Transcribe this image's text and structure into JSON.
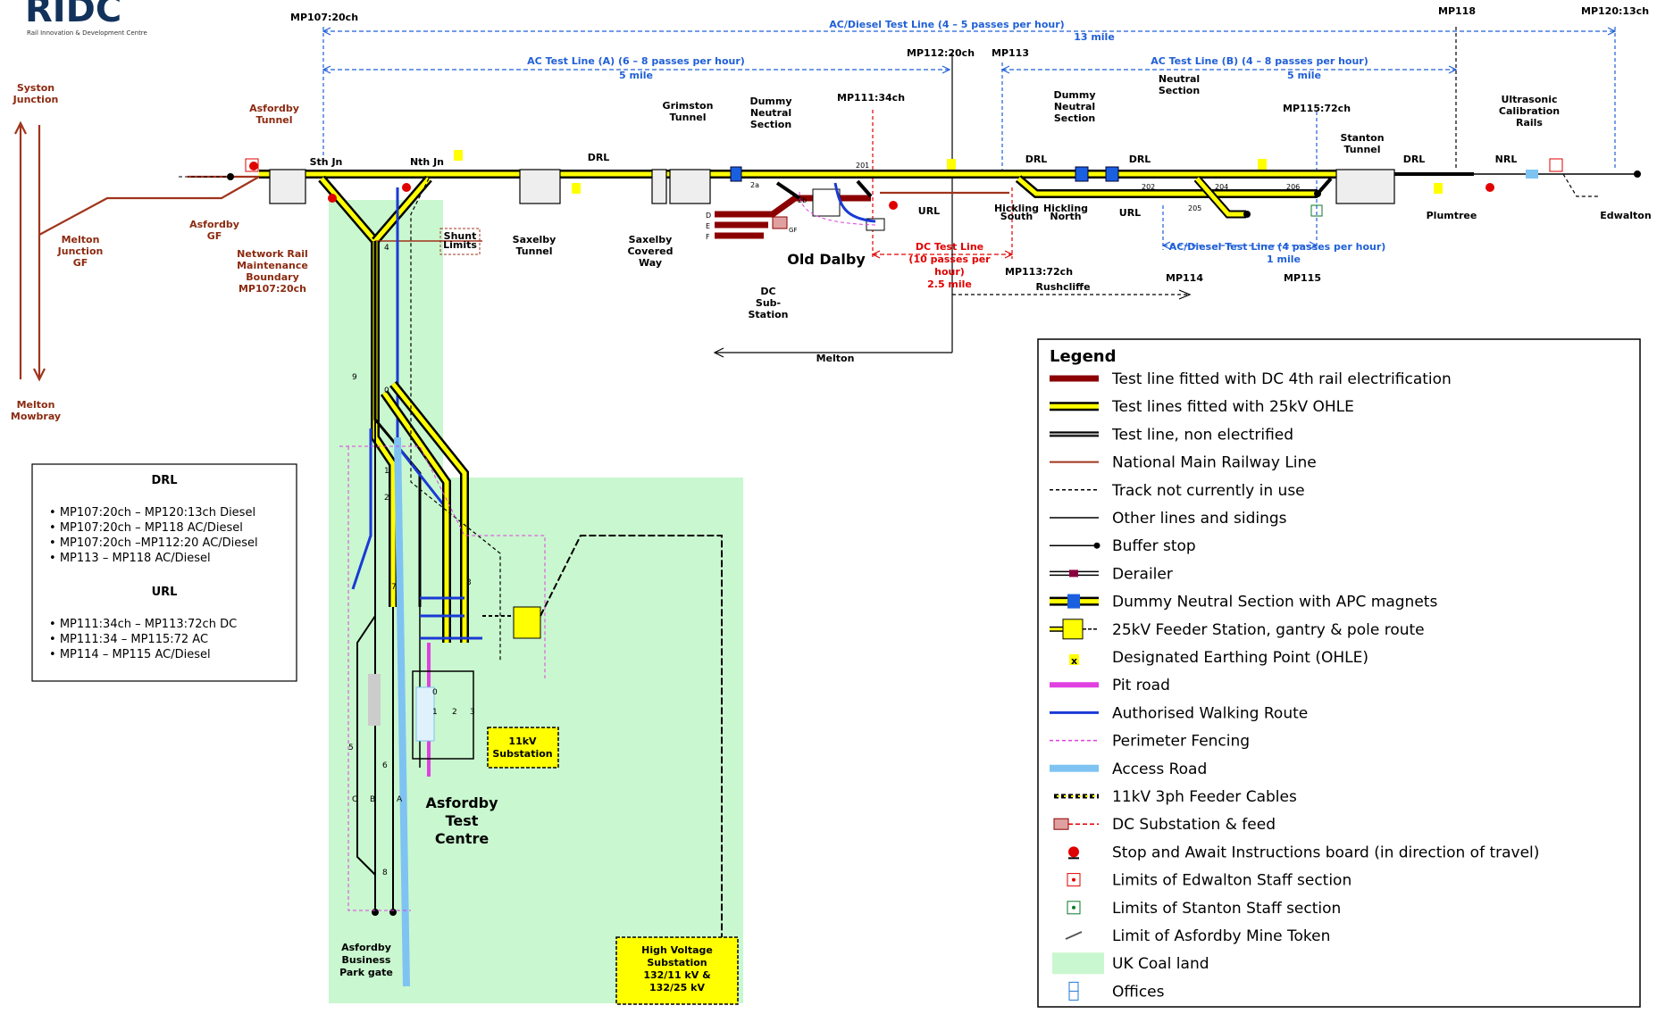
{
  "logo": {
    "text": "RIDC",
    "subtitle": "Rail Innovation & Development Centre"
  },
  "mileposts": {
    "mp107": "MP107:20ch",
    "mp118": "MP118",
    "mp120": "MP120:13ch",
    "mp112": "MP112:20ch",
    "mp113": "MP113",
    "mp111": "MP111:34ch",
    "mp115_72": "MP115:72ch",
    "mp113_72": "MP113:72ch",
    "mp114": "MP114",
    "mp115": "MP115"
  },
  "test_lines": {
    "ac_diesel_top": "AC/Diesel Test Line (4 – 5 passes per hour)",
    "ac_diesel_top_len": "13 mile",
    "ac_a": "AC Test Line (A) (6 – 8 passes per hour)",
    "ac_a_len": "5 mile",
    "ac_b": "AC Test Line (B) (4 – 8 passes per hour)",
    "ac_b_len": "5 mile",
    "dc_line_1": "DC Test Line",
    "dc_line_2": "(10 passes per",
    "dc_line_3": "hour)",
    "dc_line_len": "2.5 mile",
    "ac_diesel_bottom": "AC/Diesel Test Line (4 passes per hour)",
    "ac_diesel_bottom_len": "1 mile"
  },
  "places": {
    "syston_1": "Syston",
    "syston_2": "Junction",
    "melton_mowbray_1": "Melton",
    "melton_mowbray_2": "Mowbray",
    "asfordby_tunnel_1": "Asfordby",
    "asfordby_tunnel_2": "Tunnel",
    "melton_junction_1": "Melton",
    "melton_junction_2": "Junction",
    "melton_junction_3": "GF",
    "asfordby_gf_1": "Asfordby",
    "asfordby_gf_2": "GF",
    "nr_boundary_1": "Network Rail",
    "nr_boundary_2": "Maintenance",
    "nr_boundary_3": "Boundary",
    "nr_boundary_4": "MP107:20ch",
    "sth_jn": "Sth Jn",
    "nth_jn": "Nth Jn",
    "shunt_1": "Shunt",
    "shunt_2": "Limits",
    "drl": "DRL",
    "saxelby_tunnel_1": "Saxelby",
    "saxelby_tunnel_2": "Tunnel",
    "saxelby_cw_1": "Saxelby",
    "saxelby_cw_2": "Covered",
    "saxelby_cw_3": "Way",
    "grimston_1": "Grimston",
    "grimston_2": "Tunnel",
    "dummy_1": "Dummy",
    "dummy_2": "Neutral",
    "dummy_3": "Section",
    "dc_sub_1": "DC",
    "dc_sub_2": "Sub-",
    "dc_sub_3": "Station",
    "old_dalby": "Old Dalby",
    "url": "URL",
    "melton": "Melton",
    "rushcliffe": "Rushcliffe",
    "hickling_s_1": "Hickling",
    "hickling_s_2": "South",
    "hickling_n_1": "Hickling",
    "hickling_n_2": "North",
    "neutral_1": "Neutral",
    "neutral_2": "Section",
    "stanton_1": "Stanton",
    "stanton_2": "Tunnel",
    "nrl": "NRL",
    "ultrasonic_1": "Ultrasonic",
    "ultrasonic_2": "Calibration",
    "ultrasonic_3": "Rails",
    "plumtree": "Plumtree",
    "edwalton": "Edwalton",
    "asfordby_test_1": "Asfordby",
    "asfordby_test_2": "Test",
    "asfordby_test_3": "Centre",
    "sub11_1": "11kV",
    "sub11_2": "Substation",
    "hv_1": "High Voltage",
    "hv_2": "Substation",
    "hv_3": "132/11 kV &",
    "hv_4": "132/25 kV",
    "business_1": "Asfordby",
    "business_2": "Business",
    "business_3": "Park gate",
    "pt_201": "201",
    "pt_202": "202",
    "pt_204": "204",
    "pt_205": "205",
    "pt_206": "206",
    "pt_2a": "2a",
    "pt_2b": "2b",
    "pt_d": "D",
    "pt_e": "E",
    "pt_f": "F",
    "pt_gf": "GF",
    "pt_4": "4",
    "pt_9": "9",
    "pt_0": "0",
    "pt_1": "1",
    "pt_2": "2",
    "pt_3": "3",
    "pt_7": "7",
    "pt_5": "5",
    "pt_6": "6",
    "pt_c": "C",
    "pt_b": "B",
    "pt_a": "A",
    "pt_8": "8",
    "pt_y1": "1",
    "pt_y2": "2",
    "pt_y3": "3",
    "pt_yd": "0"
  },
  "info_box": {
    "drl_title": "DRL",
    "drl_items": [
      "MP107:20ch – MP120:13ch Diesel",
      "MP107:20ch – MP118 AC/Diesel",
      "MP107:20ch –MP112:20 AC/Diesel",
      "MP113 – MP118 AC/Diesel"
    ],
    "url_title": "URL",
    "url_items": [
      "MP111:34ch – MP113:72ch DC",
      "MP111:34 – MP115:72 AC",
      "MP114 – MP115 AC/Diesel"
    ]
  },
  "legend": {
    "title": "Legend",
    "items": [
      {
        "label": "Test line fitted with DC 4th rail electrification",
        "icon": "dc-rail-icon"
      },
      {
        "label": "Test lines fitted with 25kV OHLE",
        "icon": "ohle-icon"
      },
      {
        "label": "Test line, non electrified",
        "icon": "non-electrified-icon"
      },
      {
        "label": "National Main Railway Line",
        "icon": "main-line-icon"
      },
      {
        "label": "Track not currently in use",
        "icon": "unused-track-icon"
      },
      {
        "label": "Other lines and sidings",
        "icon": "sidings-icon"
      },
      {
        "label": "Buffer stop",
        "icon": "buffer-stop-icon"
      },
      {
        "label": "Derailer",
        "icon": "derailer-icon"
      },
      {
        "label": "Dummy Neutral Section with APC magnets",
        "icon": "neutral-section-icon"
      },
      {
        "label": "25kV Feeder Station, gantry & pole route",
        "icon": "feeder-station-icon"
      },
      {
        "label": "Designated Earthing Point (OHLE)",
        "icon": "earthing-point-icon"
      },
      {
        "label": "Pit road",
        "icon": "pit-road-icon"
      },
      {
        "label": "Authorised Walking Route",
        "icon": "walking-route-icon"
      },
      {
        "label": "Perimeter Fencing",
        "icon": "fencing-icon"
      },
      {
        "label": "Access Road",
        "icon": "access-road-icon"
      },
      {
        "label": "11kV 3ph Feeder Cables",
        "icon": "feeder-cable-icon"
      },
      {
        "label": "DC Substation & feed",
        "icon": "dc-substation-icon"
      },
      {
        "label": "Stop and Await Instructions board (in direction of travel)",
        "icon": "stop-board-icon"
      },
      {
        "label": "Limits of Edwalton Staff section",
        "icon": "edwalton-limit-icon"
      },
      {
        "label": "Limits of Stanton Staff section",
        "icon": "stanton-limit-icon"
      },
      {
        "label": "Limit of Asfordby Mine Token",
        "icon": "mine-token-icon"
      },
      {
        "label": "UK Coal land",
        "icon": "coal-land-icon"
      },
      {
        "label": "Offices",
        "icon": "offices-icon"
      }
    ]
  },
  "colors": {
    "dc": "#8b0000",
    "ohle": "#ffff00",
    "main_line": "#a0341c",
    "walking": "#1a3ad6",
    "fence": "#e040e0",
    "access": "#7ec3f2",
    "coal": "#c9f7cf",
    "blue_dim": "#1f5fd6",
    "red_dim": "#e00000"
  }
}
